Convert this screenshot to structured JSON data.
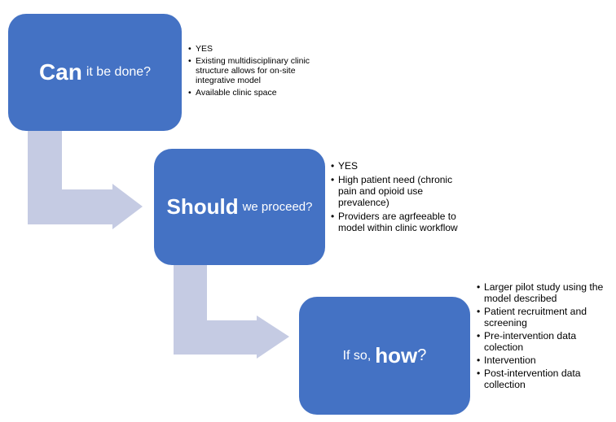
{
  "steps": [
    {
      "title_strong": "Can",
      "title_rest": "it be done?",
      "bullets": [
        "YES",
        "Existing multidisciplinary clinic structure allows for on-site integrative model",
        "Available clinic space"
      ]
    },
    {
      "title_strong": "Should",
      "title_rest": "we proceed?",
      "bullets": [
        "YES",
        "High patient need (chronic pain and opioid use prevalence)",
        "Providers are agrfeeable to model within clinic workflow"
      ]
    },
    {
      "title_prefix": "If so,",
      "title_strong": "how",
      "title_suffix": "?",
      "bullets": [
        "Larger pilot study using the model described",
        "Patient recruitment and screening",
        "Pre-intervention data colection",
        "Intervention",
        "Post-intervention data collection"
      ]
    }
  ],
  "colors": {
    "box_fill": "#4472c4",
    "arrow_fill": "#c5cbe3",
    "box_text": "#ffffff"
  }
}
